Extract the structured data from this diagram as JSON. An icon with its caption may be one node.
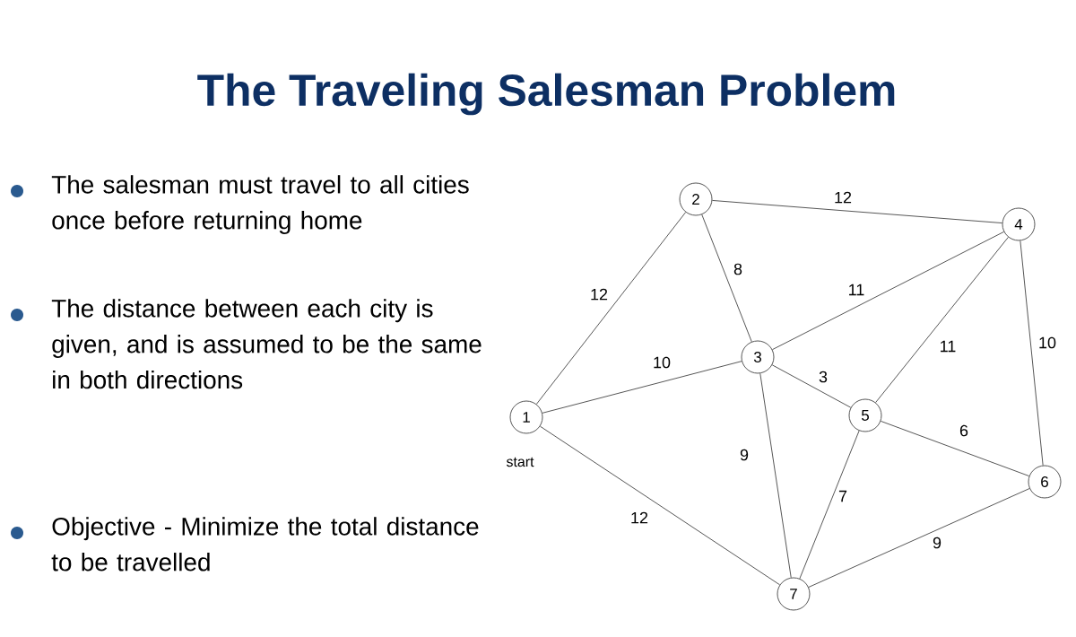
{
  "diagram": {
    "title": "The Traveling Salesman Problem",
    "nodes": [
      {
        "text": [
          "1"
        ],
        "beside": [
          "start"
        ]
      },
      {
        "text": [
          "2"
        ]
      },
      {
        "text": [
          "3"
        ]
      },
      {
        "text": [
          "4"
        ]
      },
      {
        "text": [
          "5"
        ]
      },
      {
        "text": [
          "6"
        ]
      },
      {
        "text": [
          "7"
        ]
      }
    ],
    "edges": [
      {
        "from": 0,
        "to": 1,
        "arrow": "none",
        "label": "12"
      },
      {
        "from": 1,
        "to": 3,
        "arrow": "none",
        "label": "12"
      },
      {
        "from": 1,
        "to": 2,
        "arrow": "none",
        "label": "8"
      },
      {
        "from": 2,
        "to": 3,
        "arrow": "none",
        "label": "11"
      },
      {
        "from": 0,
        "to": 2,
        "arrow": "none",
        "label": "10"
      },
      {
        "from": 2,
        "to": 4,
        "arrow": "none",
        "label": "3"
      },
      {
        "from": 3,
        "to": 4,
        "arrow": "none",
        "label": "11"
      },
      {
        "from": 3,
        "to": 5,
        "arrow": "none",
        "label": "10"
      },
      {
        "from": 0,
        "to": 6,
        "arrow": "none",
        "label": "12"
      },
      {
        "from": 2,
        "to": 6,
        "arrow": "none",
        "label": "9"
      },
      {
        "from": 4,
        "to": 6,
        "arrow": "none",
        "label": "7"
      },
      {
        "from": 4,
        "to": 5,
        "arrow": "none",
        "label": "6"
      },
      {
        "from": 6,
        "to": 5,
        "arrow": "none",
        "label": "9"
      }
    ],
    "labels": [
      "The salesman must travel to all cities once before returning home",
      "The distance between each city is given, and is assumed to be the same in both directions",
      "Objective - Minimize the total distance to be travelled"
    ]
  }
}
